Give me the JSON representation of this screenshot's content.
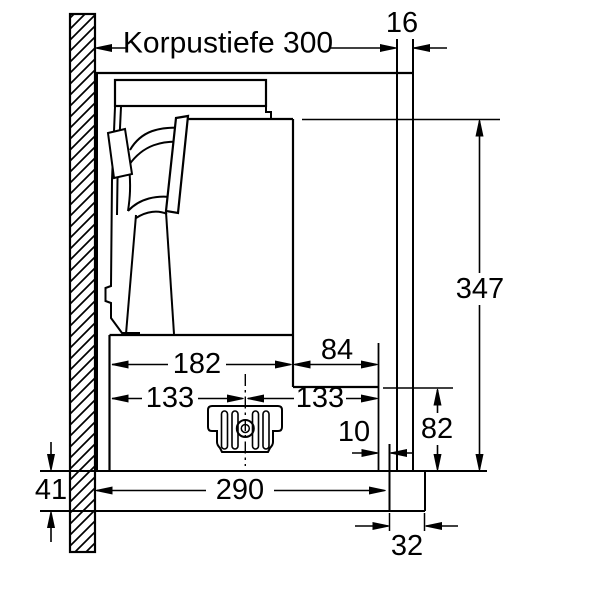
{
  "diagram": {
    "background": "#ffffff",
    "line_color": "#000000",
    "dimensions": {
      "korpustiefe": "Korpustiefe 300",
      "cabinet_panel_thickness": "16",
      "total_height": "347",
      "rear_depth": "84",
      "body_depth": "182",
      "center_to_front": "133",
      "center_to_rear": "133",
      "rear_gap": "10",
      "rear_section_height": "82",
      "front_panel_height": "41",
      "front_panel_depth": "290",
      "bottom_end_width": "32"
    }
  }
}
